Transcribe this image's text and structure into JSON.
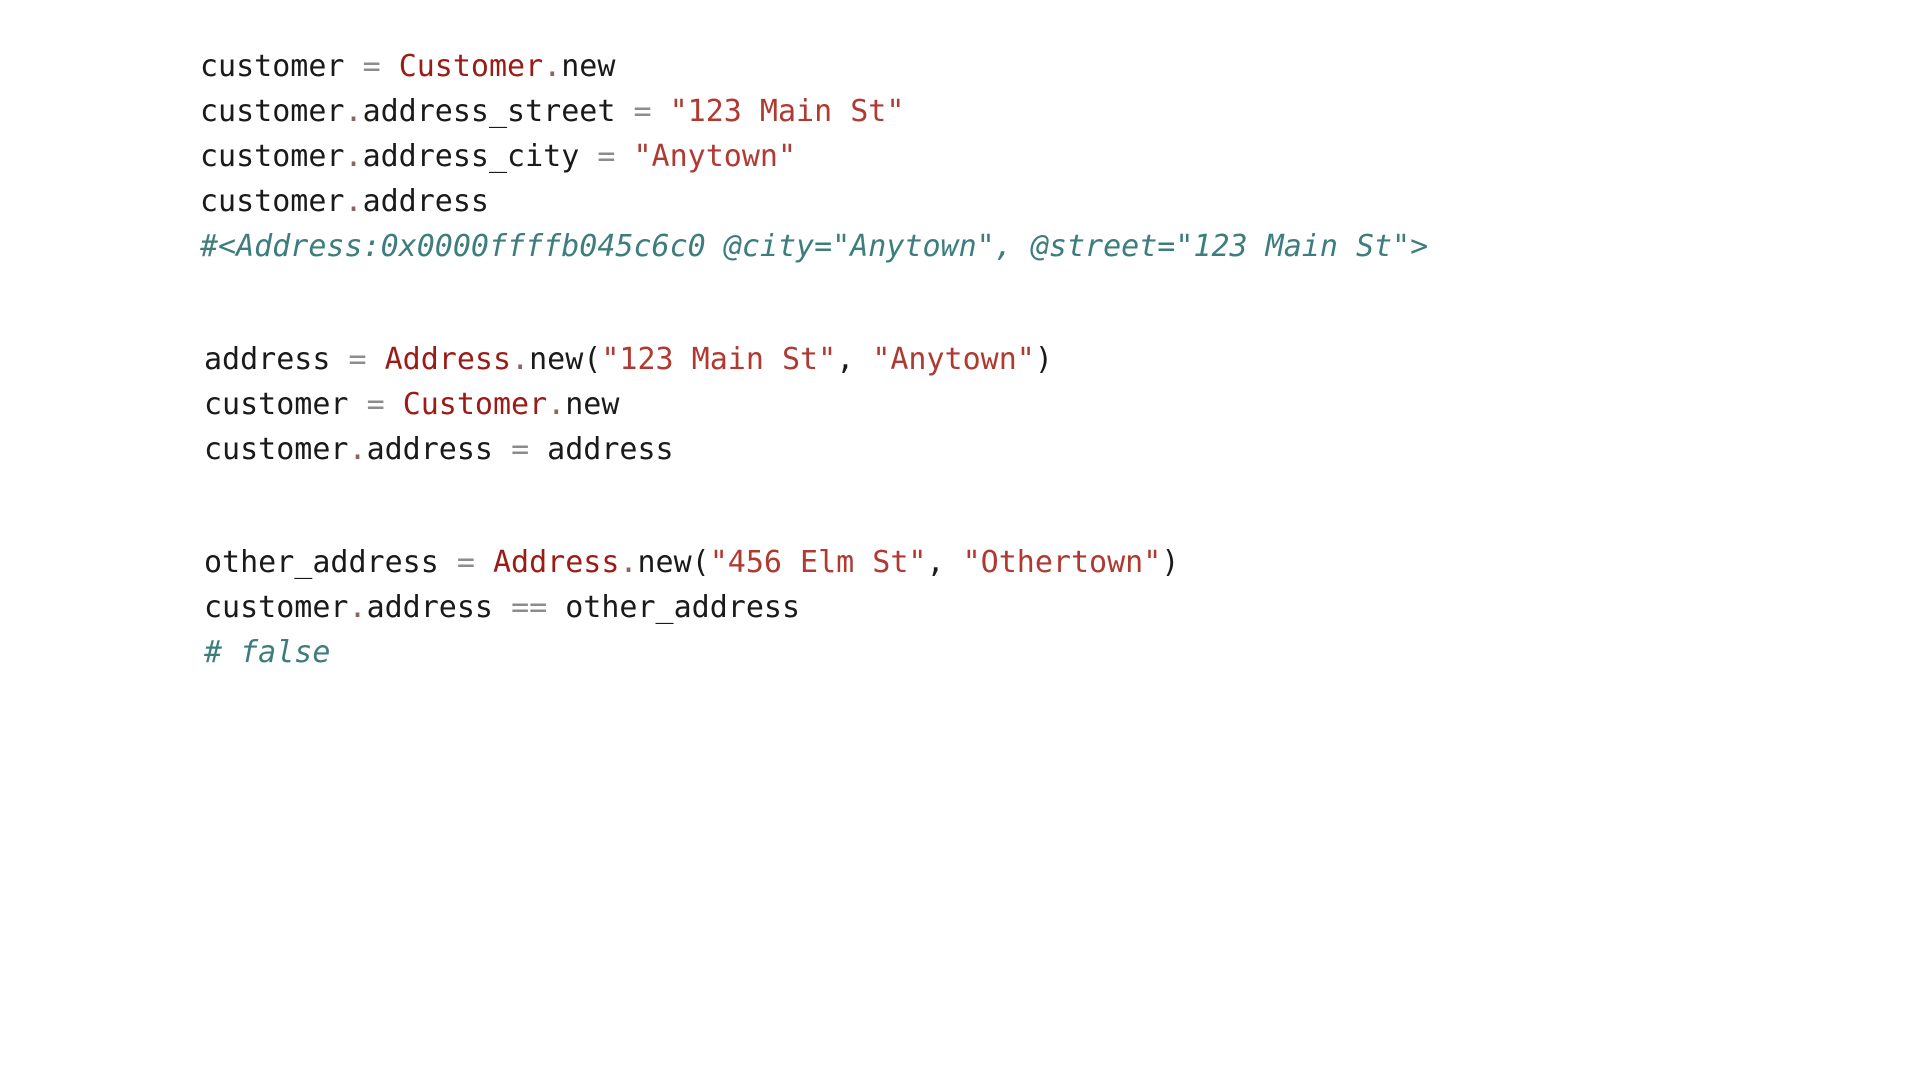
{
  "page": {
    "background_color": "#ffffff",
    "title": "Ruby code snippet — customer address value object"
  },
  "colors": {
    "plain": "#1a1a1a",
    "operator": "#8c8c8c",
    "class_name": "#9b1c16",
    "dot": "#8e6360",
    "string": "#b03a32",
    "comment": "#3d7d7d"
  },
  "code_blocks": [
    {
      "id": "block-1",
      "lines": [
        {
          "id": "line-1-1",
          "plain_text": "customer = Customer.new",
          "tokens": [
            {
              "text": "customer ",
              "type": "plain"
            },
            {
              "text": "=",
              "type": "op"
            },
            {
              "text": " ",
              "type": "plain"
            },
            {
              "text": "Customer",
              "type": "class"
            },
            {
              "text": ".",
              "type": "dot"
            },
            {
              "text": "new",
              "type": "plain"
            }
          ]
        },
        {
          "id": "line-1-2",
          "plain_text": "customer.address_street = \"123 Main St\"",
          "tokens": [
            {
              "text": "customer",
              "type": "plain"
            },
            {
              "text": ".",
              "type": "dot"
            },
            {
              "text": "address_street ",
              "type": "plain"
            },
            {
              "text": "=",
              "type": "op"
            },
            {
              "text": " ",
              "type": "plain"
            },
            {
              "text": "\"123 Main St\"",
              "type": "string"
            }
          ]
        },
        {
          "id": "line-1-3",
          "plain_text": "customer.address_city = \"Anytown\"",
          "tokens": [
            {
              "text": "customer",
              "type": "plain"
            },
            {
              "text": ".",
              "type": "dot"
            },
            {
              "text": "address_city ",
              "type": "plain"
            },
            {
              "text": "=",
              "type": "op"
            },
            {
              "text": " ",
              "type": "plain"
            },
            {
              "text": "\"Anytown\"",
              "type": "string"
            }
          ]
        },
        {
          "id": "line-1-4",
          "plain_text": "customer.address",
          "tokens": [
            {
              "text": "customer",
              "type": "plain"
            },
            {
              "text": ".",
              "type": "dot"
            },
            {
              "text": "address",
              "type": "plain"
            }
          ]
        },
        {
          "id": "line-1-5",
          "plain_text": "#<Address:0x0000ffffb045c6c0 @city=\"Anytown\", @street=\"123 Main St\">",
          "tokens": [
            {
              "text": "#<Address:0x0000ffffb045c6c0 @city=\"Anytown\", @street=\"123 Main St\">",
              "type": "comment"
            }
          ]
        }
      ]
    },
    {
      "id": "block-2",
      "lines": [
        {
          "id": "line-2-1",
          "plain_text": "address = Address.new(\"123 Main St\", \"Anytown\")",
          "tokens": [
            {
              "text": "address ",
              "type": "plain"
            },
            {
              "text": "=",
              "type": "op"
            },
            {
              "text": " ",
              "type": "plain"
            },
            {
              "text": "Address",
              "type": "class"
            },
            {
              "text": ".",
              "type": "dot"
            },
            {
              "text": "new(",
              "type": "plain"
            },
            {
              "text": "\"123 Main St\"",
              "type": "string"
            },
            {
              "text": ", ",
              "type": "plain"
            },
            {
              "text": "\"Anytown\"",
              "type": "string"
            },
            {
              "text": ")",
              "type": "plain"
            }
          ]
        },
        {
          "id": "line-2-2",
          "plain_text": "customer = Customer.new",
          "tokens": [
            {
              "text": "customer ",
              "type": "plain"
            },
            {
              "text": "=",
              "type": "op"
            },
            {
              "text": " ",
              "type": "plain"
            },
            {
              "text": "Customer",
              "type": "class"
            },
            {
              "text": ".",
              "type": "dot"
            },
            {
              "text": "new",
              "type": "plain"
            }
          ]
        },
        {
          "id": "line-2-3",
          "plain_text": "customer.address = address",
          "tokens": [
            {
              "text": "customer",
              "type": "plain"
            },
            {
              "text": ".",
              "type": "dot"
            },
            {
              "text": "address ",
              "type": "plain"
            },
            {
              "text": "=",
              "type": "op"
            },
            {
              "text": " address",
              "type": "plain"
            }
          ]
        }
      ]
    },
    {
      "id": "block-3",
      "lines": [
        {
          "id": "line-3-1",
          "plain_text": "other_address = Address.new(\"456 Elm St\", \"Othertown\")",
          "tokens": [
            {
              "text": "other_address ",
              "type": "plain"
            },
            {
              "text": "=",
              "type": "op"
            },
            {
              "text": " ",
              "type": "plain"
            },
            {
              "text": "Address",
              "type": "class"
            },
            {
              "text": ".",
              "type": "dot"
            },
            {
              "text": "new(",
              "type": "plain"
            },
            {
              "text": "\"456 Elm St\"",
              "type": "string"
            },
            {
              "text": ", ",
              "type": "plain"
            },
            {
              "text": "\"Othertown\"",
              "type": "string"
            },
            {
              "text": ")",
              "type": "plain"
            }
          ]
        },
        {
          "id": "line-3-2",
          "plain_text": "customer.address == other_address",
          "tokens": [
            {
              "text": "customer",
              "type": "plain"
            },
            {
              "text": ".",
              "type": "dot"
            },
            {
              "text": "address ",
              "type": "plain"
            },
            {
              "text": "==",
              "type": "op"
            },
            {
              "text": " other_address",
              "type": "plain"
            }
          ]
        },
        {
          "id": "line-3-3",
          "plain_text": "# false",
          "tokens": [
            {
              "text": "# false",
              "type": "comment"
            }
          ]
        }
      ]
    }
  ]
}
